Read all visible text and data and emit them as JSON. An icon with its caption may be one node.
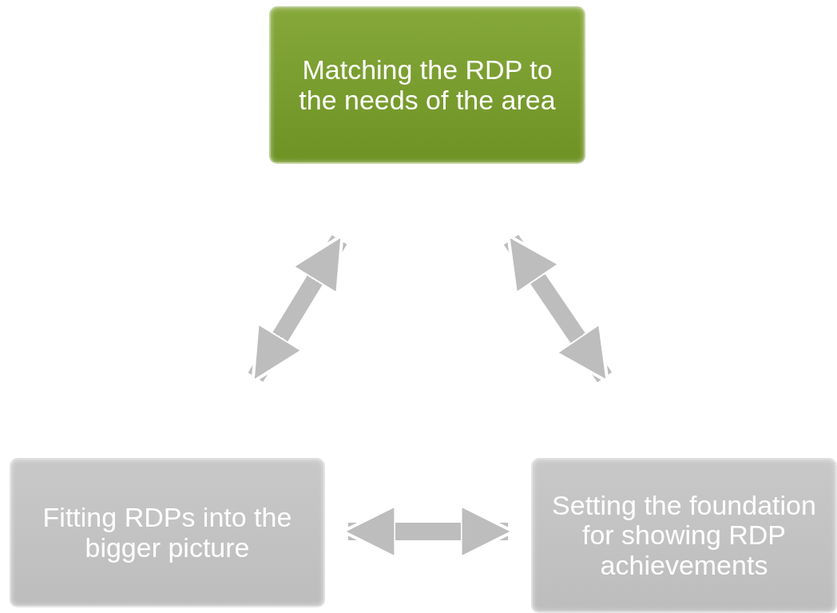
{
  "diagram": {
    "nodes": [
      {
        "text": [
          "Matching the RDP to the needs of the area"
        ]
      },
      {
        "text": [
          "Fitting RDPs into the bigger picture"
        ]
      },
      {
        "text": [
          "Setting the foundation for showing RDP achievements"
        ]
      }
    ],
    "edges": [
      {
        "from": 1,
        "to": 0,
        "arrow": "both"
      },
      {
        "from": 0,
        "to": 2,
        "arrow": "both"
      },
      {
        "from": 1,
        "to": 2,
        "arrow": "both"
      }
    ]
  }
}
